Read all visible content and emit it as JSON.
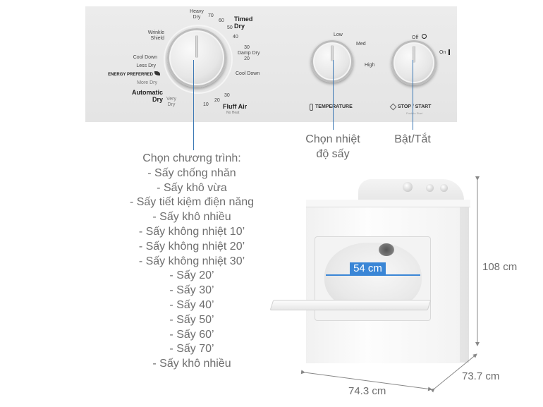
{
  "control_panel": {
    "cycle_dial": {
      "labels_left": [
        "Wrinkle\nShield",
        "Cool Down",
        "Less Dry",
        "ENERGY PREFERRED",
        "More Dry"
      ],
      "automatic_dry": "Automatic\nDry",
      "very_dry": "Very\nDry",
      "heavy_dry": "Heavy\nDry",
      "timed_dry": "Timed\nDry",
      "timed_values": [
        "70",
        "60",
        "50",
        "40"
      ],
      "damp_dry": "Damp Dry",
      "damp_values": [
        "30",
        "20"
      ],
      "cool_down_right": "Cool Down",
      "fluff_air": "Fluff Air",
      "fluff_sub": "No Heat",
      "fluff_values": [
        "10",
        "20",
        "30"
      ]
    },
    "temperature_dial": {
      "label": "TEMPERATURE",
      "settings": [
        "Low",
        "Med",
        "High"
      ]
    },
    "power_dial": {
      "label": "STOP / START",
      "sub": "Push to Start",
      "off": "Off",
      "on": "On"
    }
  },
  "annotations": {
    "temperature": "Chọn nhiệt\nđộ sấy",
    "power": "Bật/Tắt",
    "programs_title": "Chọn chương trình:",
    "programs": [
      "- Sấy chống nhăn",
      "- Sấy khô vừa",
      "- Sấy tiết kiệm điện năng",
      "- Sấy khô nhiều",
      "- Sấy không nhiệt 10’",
      "- Sấy không nhiệt 20’",
      "- Sấy không nhiệt 30’",
      "- Sấy 20’",
      "- Sấy 30’",
      "- Sấy 40’",
      "- Sấy 50’",
      "- Sấy 60’",
      "- Sấy 70’",
      "- Sấy khô nhiều"
    ]
  },
  "dimensions": {
    "drum_width": "54 cm",
    "height": "108 cm",
    "depth": "73.7 cm",
    "width": "74.3 cm"
  },
  "colors": {
    "accent_blue": "#3a86d6",
    "line_blue": "#3c78b4",
    "text_gray": "#6e6e6e"
  }
}
